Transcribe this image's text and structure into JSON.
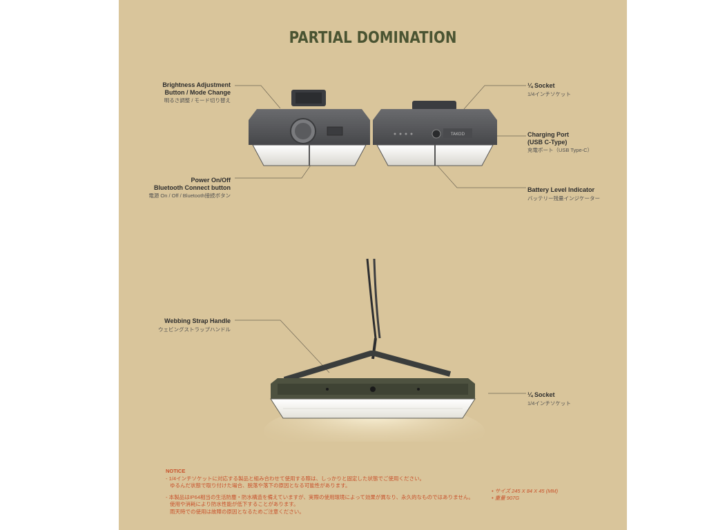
{
  "title": "PARTIAL DOMINATION",
  "callouts": {
    "brightness": {
      "en": "Brightness Adjustment\nButton / Mode Change",
      "jp": "明るさ調整 / モード切り替え"
    },
    "power": {
      "en": "Power On/Off\nBluetooth Connect button",
      "jp": "電源 On / Off / Bluetooth接続ボタン"
    },
    "socket_top": {
      "en": "¼ Socket",
      "jp": "1/4インチソケット"
    },
    "charging": {
      "en": "Charging Port\n(USB C-Type)",
      "jp": "充電ポート（USB Type-C）"
    },
    "battery": {
      "en": "Battery Level Indicator",
      "jp": "バッテリー残量インジケーター"
    },
    "webbing": {
      "en": "Webbing Strap Handle",
      "jp": "ウェビングストラップハンドル"
    },
    "socket_bottom": {
      "en": "¼ Socket",
      "jp": "1/4インチソケット"
    }
  },
  "notice": {
    "heading": "NOTICE",
    "lines": [
      "- 1/4インチソケットに対応する製品と組み合わせて使用する際は、しっかりと固定した状態でご使用ください。",
      "  ゆるんだ状態で取り付けた場合、脱落や落下の原因となる可能性があります。",
      "- 本製品はIP64相当の生活防塵・防水構造を備えていますが、実際の使用環境によって効果が異なり、永久的なものではありません。",
      "  使用や消耗により防水性能が低下することがあります。",
      "  雨天時での使用は故障の原因となるためご注意ください。"
    ]
  },
  "specs": {
    "size": "• サイズ 245 X 84 X 45 (MM)",
    "weight": "• 重量 907G"
  },
  "device": {
    "label_text": "TAKOD"
  },
  "colors": {
    "background": "#d9c59b",
    "title": "#4a5432",
    "notice": "#c8502a",
    "body": "#56575a",
    "body_bottom": "#4e5240"
  }
}
